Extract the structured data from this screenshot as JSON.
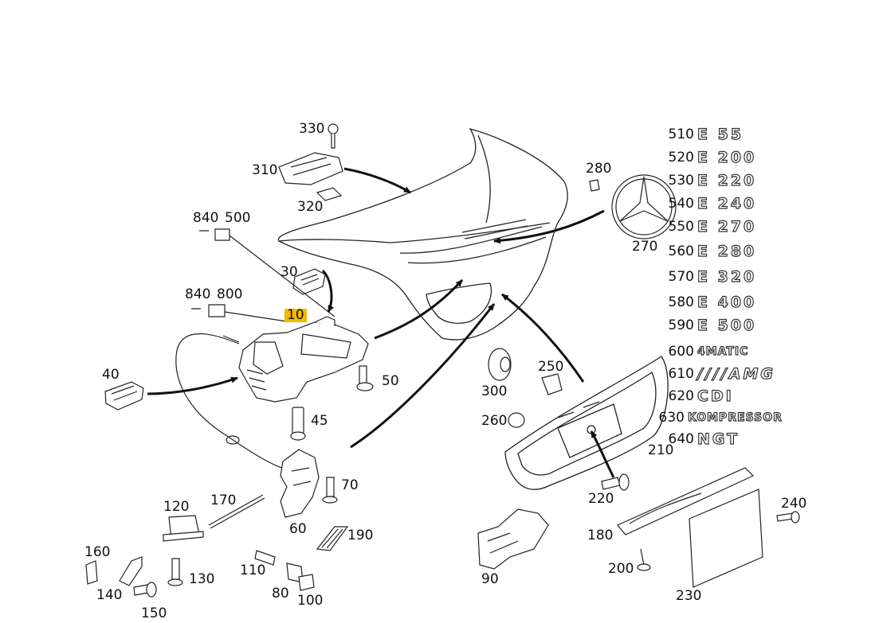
{
  "callouts": {
    "c330": "330",
    "c310": "310",
    "c320": "320",
    "c840a": "840",
    "c500": "500",
    "c30": "30",
    "c840b": "840",
    "c800": "800",
    "c10": "10",
    "c40": "40",
    "c50": "50",
    "c45": "45",
    "c70": "70",
    "c60": "60",
    "c120": "120",
    "c170": "170",
    "c160": "160",
    "c140": "140",
    "c150": "150",
    "c130": "130",
    "c110": "110",
    "c80": "80",
    "c100": "100",
    "c190": "190",
    "c280": "280",
    "c270": "270",
    "c300": "300",
    "c250": "250",
    "c260": "260",
    "c210": "210",
    "c220": "220",
    "c90": "90",
    "c180": "180",
    "c200": "200",
    "c240": "240",
    "c230": "230"
  },
  "emblems": [
    {
      "num": "510",
      "text": "E 55"
    },
    {
      "num": "520",
      "text": "E 200"
    },
    {
      "num": "530",
      "text": "E 220"
    },
    {
      "num": "540",
      "text": "E 240"
    },
    {
      "num": "550",
      "text": "E 270"
    },
    {
      "num": "560",
      "text": "E 280"
    },
    {
      "num": "570",
      "text": "E 320"
    },
    {
      "num": "580",
      "text": "E 400"
    },
    {
      "num": "590",
      "text": "E 500"
    },
    {
      "num": "600",
      "text": "4MATIC"
    },
    {
      "num": "610",
      "text": "////AMG"
    },
    {
      "num": "620",
      "text": "CDI"
    },
    {
      "num": "630",
      "text": "KOMPRESSOR"
    },
    {
      "num": "640",
      "text": "NGT"
    }
  ],
  "highlight_color": "#f5b800"
}
